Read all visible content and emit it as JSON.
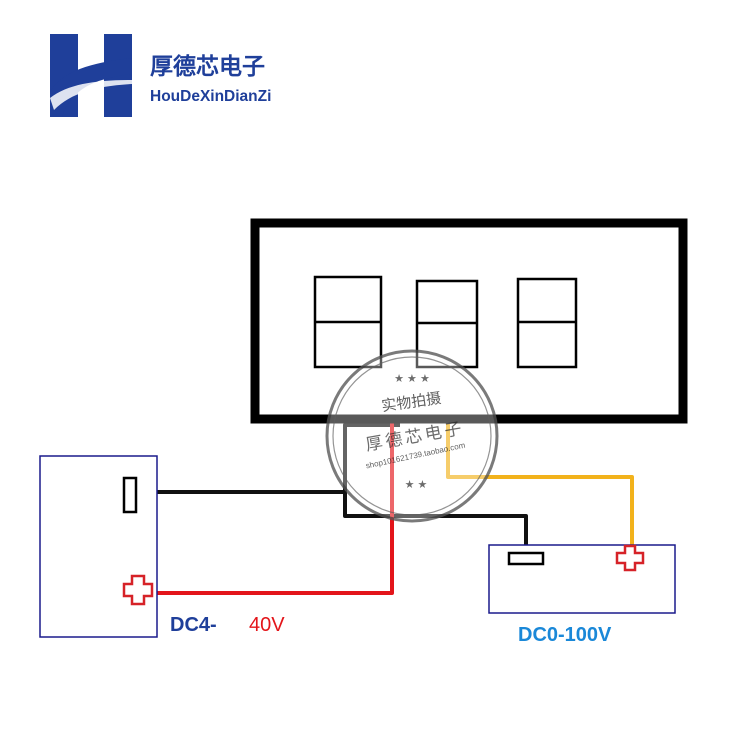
{
  "brand": {
    "name_cn": "厚德芯电子",
    "name_en": "HouDeXinDianZi",
    "logo_letter": "H",
    "color": "#1f3f9a"
  },
  "meter": {
    "digits": [
      "8",
      "8",
      "8"
    ]
  },
  "watermark": {
    "top_text": "实物拍摄",
    "middle_text": "厚德芯电子",
    "url_text": "shop101621739.taobao.com"
  },
  "power_supply": {
    "label_main": "DC4-",
    "label_voltage": "40V",
    "minus_symbol": "−",
    "plus_symbol": "+"
  },
  "measured_source": {
    "label": "DC0-100V",
    "minus_symbol": "−",
    "plus_symbol": "+"
  },
  "colors": {
    "box_outline": "#1a1a8c",
    "wire_black": "#111111",
    "wire_red": "#e3151a",
    "wire_yellow": "#f2b21b",
    "label_dark_blue": "#1f3f9a",
    "label_red": "#e3151a",
    "label_light_blue": "#1a88d8",
    "plus_red": "#d62228"
  }
}
